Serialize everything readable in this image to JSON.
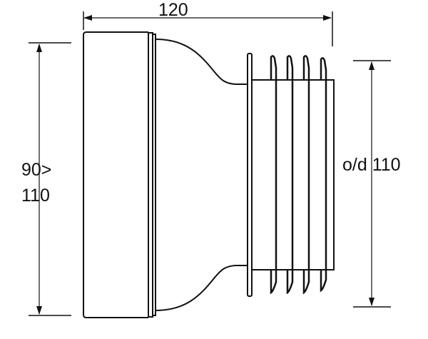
{
  "dimensions": {
    "length": "120",
    "inlet_line1": "90>",
    "inlet_line2": "110",
    "outlet": "o/d 110"
  }
}
